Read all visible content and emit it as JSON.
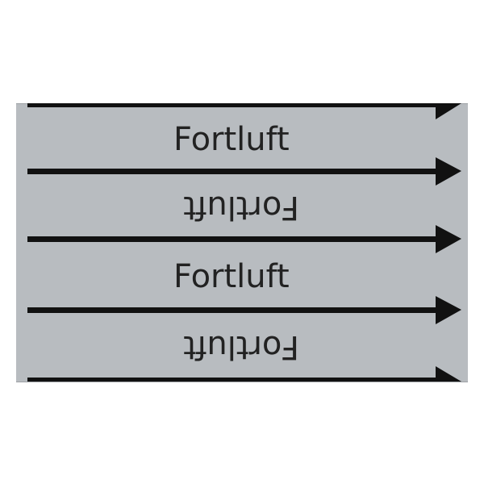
{
  "pipe_marker": {
    "rows": [
      {
        "text": "Fortluft",
        "orientation": "upright"
      },
      {
        "text": "Fortluft",
        "orientation": "inverted"
      },
      {
        "text": "Fortluft",
        "orientation": "upright"
      },
      {
        "text": "Fortluft",
        "orientation": "inverted"
      }
    ],
    "background_color": "#b8bcc0",
    "text_color": "#222222",
    "arrow_color": "#111111",
    "arrow_icon": "right-arrow-icon"
  }
}
